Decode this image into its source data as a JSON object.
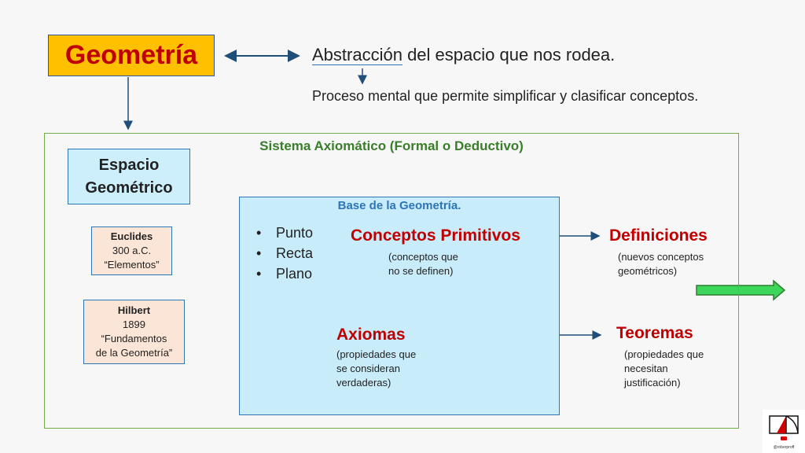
{
  "title": "Geometría",
  "abstraction": {
    "keyword": "Abstracción",
    "rest": " del espacio que nos rodea."
  },
  "process": "Proceso mental que permite simplificar y clasificar conceptos.",
  "system_title": "Sistema Axiomático (Formal o Deductivo)",
  "space": {
    "line1": "Espacio",
    "line2": "Geométrico"
  },
  "euclides": {
    "name": "Euclides",
    "year": "300 a.C.",
    "work": "“Elementos”"
  },
  "hilbert": {
    "name": "Hilbert",
    "year": "1899",
    "work1": "“Fundamentos",
    "work2": "de la Geometría”"
  },
  "base_title": "Base de la Geometría.",
  "primitives": [
    "Punto",
    "Recta",
    "Plano"
  ],
  "concepts": {
    "title": "Conceptos Primitivos",
    "note1": "(conceptos que",
    "note2": "no se definen)"
  },
  "definitions": {
    "title": "Definiciones",
    "note1": "(nuevos conceptos",
    "note2": "geométricos)"
  },
  "axioms": {
    "title": "Axiomas",
    "note1": "(propiedades que",
    "note2": "se consideran",
    "note3": "verdaderas)"
  },
  "theorems": {
    "title": "Teoremas",
    "note1": "(propiedades que",
    "note2": "necesitan",
    "note3": "justificación)"
  },
  "logo_handle": "@roberproff"
}
